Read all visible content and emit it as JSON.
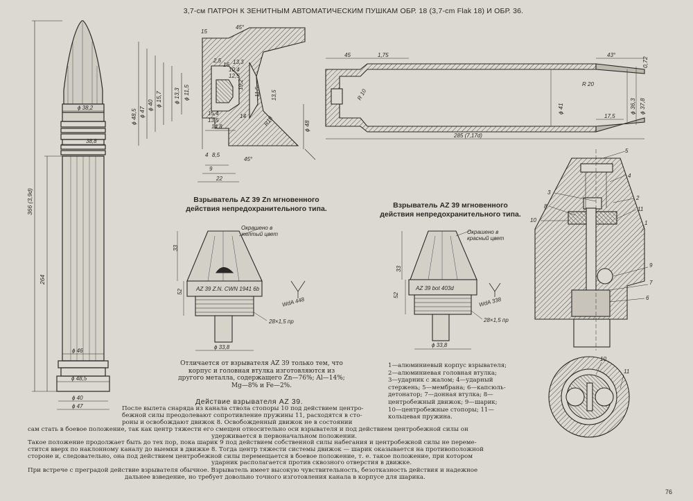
{
  "page": {
    "title": "3,7-см ПАТРОН К ЗЕНИТНЫМ АВТОМАТИЧЕСКИМ ПУШКАМ ОБР. 18 (3,7-cm Flak 18) И ОБР. 36.",
    "number": "76"
  },
  "cartridge": {
    "dims": {
      "d382": "ϕ 38,2",
      "d388": "38,8",
      "length_total": "366 (3,9d)",
      "length_case": "264",
      "d46": "ϕ 46",
      "d485": "ϕ 48,5",
      "d40": "ϕ 40",
      "d47": "ϕ 47"
    }
  },
  "projectile_base": {
    "dims": [
      "15",
      "45°",
      "2,5",
      "16",
      "13,3",
      "12,5",
      "10,4",
      "15,4",
      "19,2",
      "13,5",
      "11,5",
      "14",
      "13,5",
      "14,8",
      "R18",
      "45°",
      "ϕ 48,5",
      "ϕ 47",
      "ϕ 40",
      "ϕ 15,7",
      "ϕ 13,3",
      "ϕ 11,5",
      "4",
      "8,5",
      "9",
      "22",
      "ϕ 48"
    ]
  },
  "case": {
    "dims": {
      "d45": "45",
      "d175": "1,75",
      "r10": "R 10",
      "r20": "R 20",
      "d41": "ϕ 41",
      "d363": "ϕ 36,3",
      "d378": "ϕ 37,8",
      "angle": "43°",
      "d0725": "0,72",
      "length": "285 (7,17d)",
      "d175b": "17,5"
    }
  },
  "fuse_zn": {
    "heading_1": "Взрыватель AZ 39 Zn мгновенного",
    "heading_2": "действия непредохранительного типа.",
    "paint_1": "Окрашено в",
    "paint_2": "желтый цвет",
    "marking": "AZ 39 Z.N. CWN 1941 6b",
    "stamp": "WdA 448",
    "dim_33": "33",
    "dim_52": "52",
    "thread": "28×1,5 пр",
    "diameter": "ϕ 33,8",
    "note": "Отличается от взрывателя AZ 39 только тем, что корпус и головная втулка изготовляются из другого металла, содержащего Zn—76%; Al—14%; Mg—8% и Fe—2%."
  },
  "fuse_std": {
    "heading_1": "Взрыватель AZ 39 мгновенного",
    "heading_2": "действия непредохранительного типа.",
    "paint_1": "Окрашено в",
    "paint_2": "красный цвет",
    "marking": "AZ 39 bot 403d",
    "stamp": "WdA 338",
    "dim_33": "33",
    "dim_52": "52",
    "thread": "28×1,5 пр",
    "diameter": "ϕ 33,8"
  },
  "section_view": {
    "callouts": [
      "5",
      "4",
      "3",
      "2",
      "8",
      "11",
      "10",
      "1",
      "9",
      "7",
      "6",
      "10",
      "11"
    ]
  },
  "legend": [
    "1—алюминиевый корпус взрывателя;",
    "2—алюминиевая головная втулка;",
    "3—ударник с жалом; 4—ударный",
    "стержень; 5—мембрана; 6—капсюль-",
    "детонатор; 7—донная втулка; 8—",
    "центробежный движок; 9—шарик;",
    "10—центробежные стопоры; 11—",
    "кольцевая пружина."
  ],
  "action": {
    "title": "Действие взрывателя AZ 39.",
    "lines": [
      "После вылета снаряда из канала ствола стопоры 10 под действием центро-",
      "бежной силы преодолевают сопротивление пружины 11, расходятся в сто-",
      "роны и освобождают движок 8. Освобожденный движок не в состоянии",
      "сам стать в боевое положение, так как центр тяжести его смещен относительно оси взрывателя и под действием центробежной силы он",
      "удерживается в первоначальном положении.",
      "Такое положение продолжает быть до тех пор, пока шарик 9 под действием собственной силы набегания и центробежной силы не переме-",
      "стится вверх по наклонному каналу до выемки в движке 8. Тогда центр тяжести системы движок — шарик оказывается на противоположной",
      "стороне и, следовательно, она под действием центробежной силы перемещается в боевое положение, т. е. такое положение, при котором",
      "ударник располагается против сквозного отверстия в движке.",
      "При встрече с преградой действие взрывателя обычное. Взрыватель имеет высокую чувствительность, безотказность действия и надежное",
      "дальнее взведение, но требует довольно точного изготовления канала в корпусе для шарика."
    ]
  }
}
